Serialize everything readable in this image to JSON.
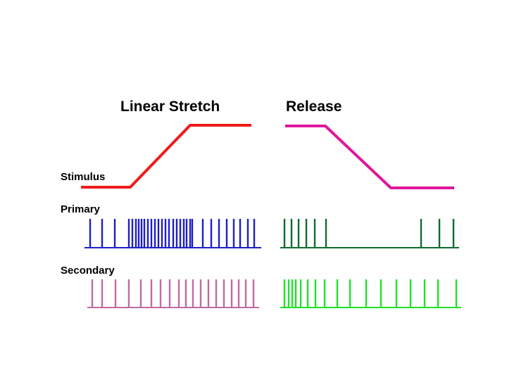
{
  "titles": {
    "stretch": "Linear Stretch",
    "release": "Release"
  },
  "row_labels": {
    "stimulus": "Stimulus",
    "primary": "Primary",
    "secondary": "Secondary"
  },
  "colors": {
    "stretch_stimulus": "#ee1c1c",
    "release_stimulus": "#e0189a",
    "primary_stretch": "#1e1ec8",
    "primary_release": "#0e6b2e",
    "secondary_stretch": "#c06aa6",
    "secondary_release": "#22e02a"
  },
  "spike_trains": {
    "primary_stretch": {
      "count": 32,
      "pattern": "sparse start, dense burst during ramp, steady rate during hold"
    },
    "primary_release": {
      "count": 9,
      "pattern": "firing then silent pause during release, resuming after"
    },
    "secondary_stretch": {
      "count": 20,
      "pattern": "gradual increase in rate"
    },
    "secondary_release": {
      "count": 20,
      "pattern": "continuous firing, gradual slowing"
    }
  }
}
